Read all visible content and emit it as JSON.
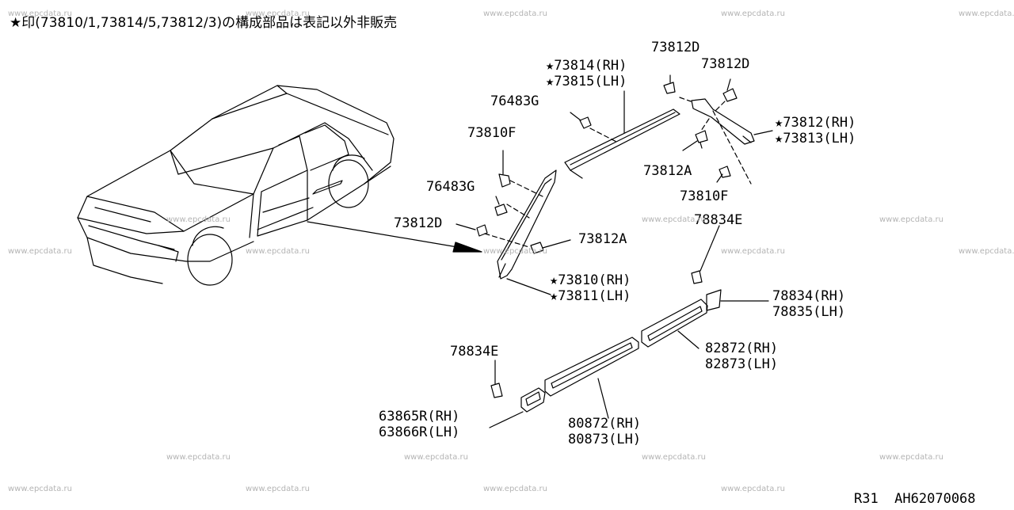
{
  "header_note": "★印(73810/1,73814/5,73812/3)の構成部品は表記以外非販売",
  "footer_code": "R31  AH62070068",
  "watermark": "www.epcdata.ru",
  "labels": {
    "l73812D_top": "73812D",
    "l73812D_right": "73812D",
    "l73814": "★73814(RH)",
    "l73815": "★73815(LH)",
    "l76483G_top": "76483G",
    "l73812_rh": "★73812(RH)",
    "l73813_lh": "★73813(LH)",
    "l73810F_left": "73810F",
    "l73812A_right": "73812A",
    "l76483G_mid": "76483G",
    "l73810F_right": "73810F",
    "l78834E_top": "78834E",
    "l73812D_left": "73812D",
    "l73812A_mid": "73812A",
    "l73810": "★73810(RH)",
    "l73811": "★73811(LH)",
    "l78834": "78834(RH)",
    "l78835": "78835(LH)",
    "l78834E_left": "78834E",
    "l82872": "82872(RH)",
    "l82873": "82873(LH)",
    "l63865R": "63865R(RH)",
    "l63866R": "63866R(LH)",
    "l80872": "80872(RH)",
    "l80873": "80873(LH)"
  }
}
